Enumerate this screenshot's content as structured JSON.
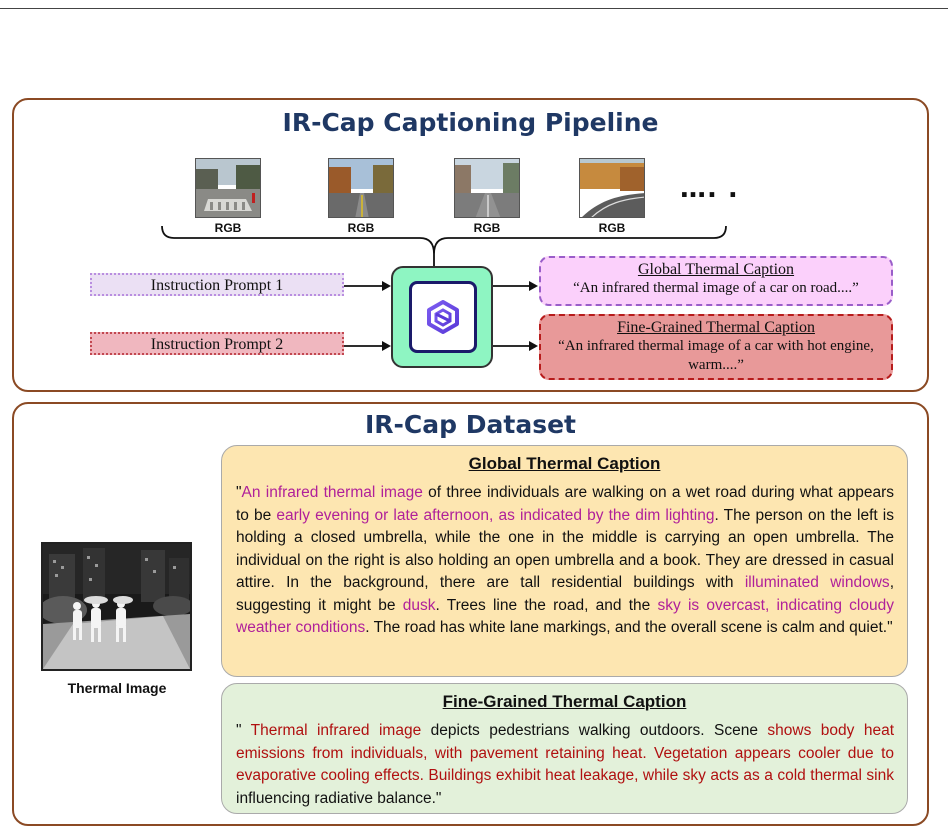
{
  "pipeline": {
    "title": "IR-Cap Captioning Pipeline",
    "rgb_label": "RGB",
    "ellipsis": "…. .",
    "prompt_1": "Instruction Prompt 1",
    "prompt_2": "Instruction Prompt 2",
    "model_icon": "qwen-logo-icon",
    "global_caption": {
      "title": "Global Thermal Caption",
      "text": "“An infrared thermal image of a car on road....”"
    },
    "fine_caption": {
      "title": "Fine-Grained Thermal Caption",
      "text": "“An infrared thermal image of a car with hot engine, warm....”"
    }
  },
  "dataset": {
    "title": "IR-Cap Dataset",
    "thermal_label": "Thermal Image",
    "global": {
      "title": "Global Thermal Caption",
      "t0": "\"",
      "t1": "An infrared thermal image",
      "t2": " of three individuals are walking on a wet road during what appears to be ",
      "t3": "early evening or late afternoon, as indicated by the dim lighting",
      "t4": ". The person on the left is holding a closed umbrella, while the one in the middle is carrying an open umbrella. The individual on the right is also holding an open umbrella and a book. They are dressed in casual attire. In the background, there are tall residential buildings with ",
      "t5": "illuminated windows",
      "t6": ", suggesting it might be ",
      "t7": "dusk",
      "t8": ". Trees line the road, and the ",
      "t9": "sky is overcast, indicating cloudy weather conditions",
      "t10": ". The road has white lane markings, and the overall scene is calm and quiet.\""
    },
    "fine": {
      "title": "Fine-Grained Thermal Caption",
      "t0": "\" ",
      "t1": "Thermal infrared image",
      "t2": " depicts pedestrians walking outdoors. Scene ",
      "t3": "shows body heat emissions from individuals, with pavement retaining heat. Vegetation appears cooler due to evaporative cooling effects. Buildings exhibit heat leakage, while sky acts as a cold thermal sink",
      "t4": " influencing radiative balance.\""
    }
  },
  "colors": {
    "panel_border": "#8b4a24",
    "title": "#1f3864",
    "highlight_magenta": "#b0209a",
    "highlight_red": "#b01010",
    "model_bg": "#8ef5c2"
  }
}
